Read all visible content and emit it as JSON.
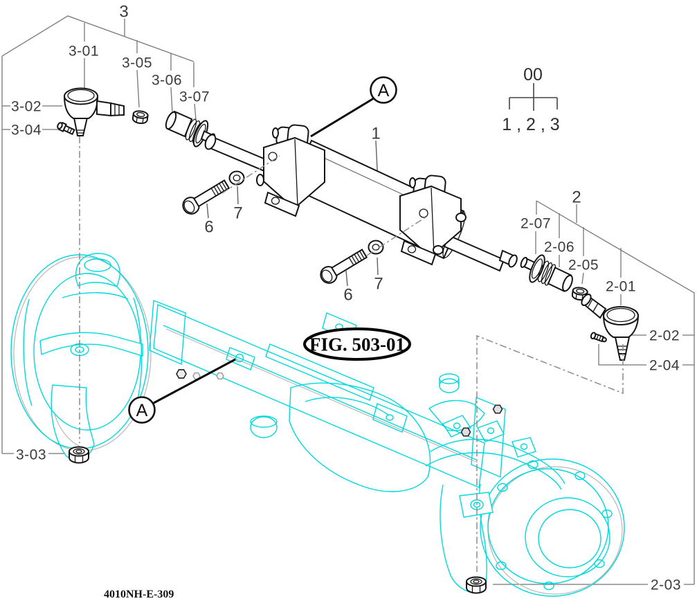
{
  "figure": {
    "fig_callout": "FIG. 503-01",
    "drawing_code": "4010NH-E-309",
    "detail_marker": "A",
    "assembly": {
      "code": "00",
      "members": "1 , 2 , 3"
    }
  },
  "callouts": {
    "c1": "1",
    "c2": "2",
    "c3": "3",
    "c6": "6",
    "c7": "7",
    "c2_01": "2-01",
    "c2_02": "2-02",
    "c2_03": "2-03",
    "c2_04": "2-04",
    "c2_05": "2-05",
    "c2_06": "2-06",
    "c2_07": "2-07",
    "c3_01": "3-01",
    "c3_02": "3-02",
    "c3_03": "3-03",
    "c3_04": "3-04",
    "c3_05": "3-05",
    "c3_06": "3-06",
    "c3_07": "3-07"
  },
  "colors": {
    "axle_line": "#00d9dd",
    "part_line": "#141414",
    "leader_line": "#757575",
    "label_text": "#3c3c3c",
    "background": "#ffffff"
  }
}
